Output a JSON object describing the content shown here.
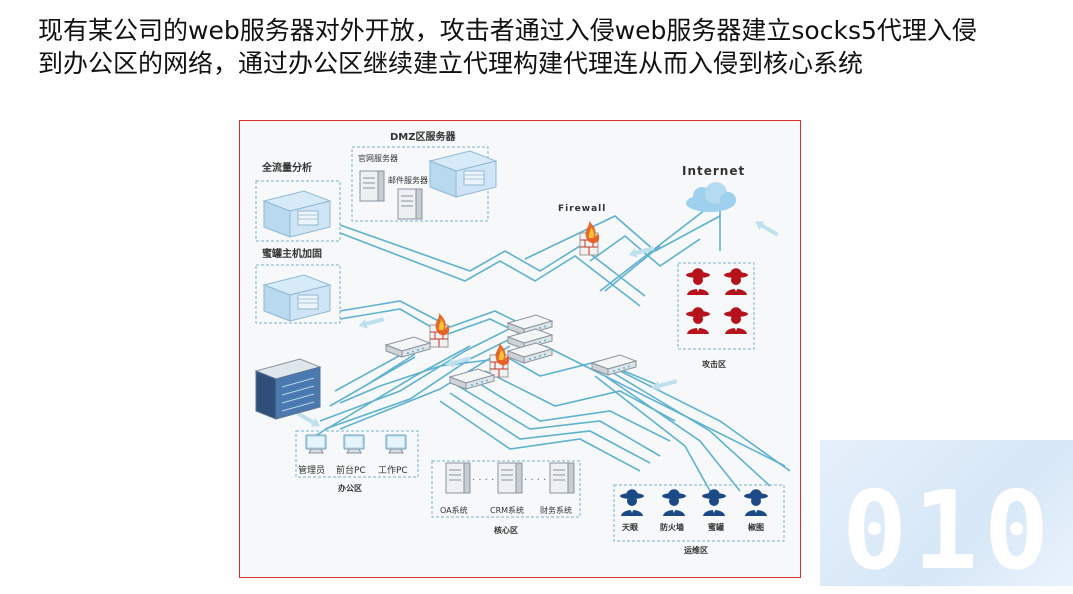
{
  "description": {
    "line1": "现有某公司的web服务器对外开放，攻击者通过入侵web服务器建立socks5代理入侵",
    "line2": "到办公区的网络，通过办公区继续建立代理构建代理连从而入侵到核心系统"
  },
  "diagram": {
    "dmz_title": "DMZ区服务器",
    "dmz_web": "官网服务器",
    "dmz_mail": "邮件服务器",
    "flow_analysis": "全流量分析",
    "honeypot": "蜜罐主机加固",
    "internet": "Internet",
    "firewall": "Firewall",
    "attack_zone": "攻击区",
    "office_pcs": [
      "管理员",
      "前台PC",
      "工作PC"
    ],
    "office_zone": "办公区",
    "core_servers": [
      "OA系统",
      "CRM系统",
      "财务系统"
    ],
    "core_zone": "核心区",
    "ops_tools": [
      "天眼",
      "防火墙",
      "蜜罐",
      "椒图"
    ],
    "ops_zone": "运维区"
  },
  "decoration": {
    "digits": "010"
  },
  "colors": {
    "frame_border": "#d9302c",
    "link": "#5fb2cf",
    "attacker": "#b5121b",
    "defender": "#1c4a86"
  }
}
